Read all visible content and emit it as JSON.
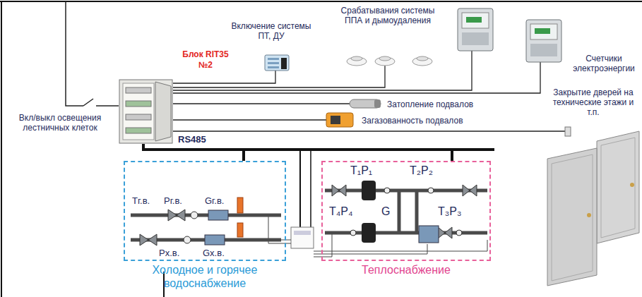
{
  "diagram": {
    "nodes": [
      {
        "text": [
          "Блок RIT35 №2"
        ]
      },
      {
        "text": [
          "Холодное и горячее водоснабжение"
        ]
      },
      {
        "text": [
          "Теплоснабжение"
        ]
      }
    ],
    "edges": [
      {
        "from": 0,
        "to": 1,
        "arrow": "none"
      },
      {
        "from": 0,
        "to": 2,
        "arrow": "none",
        "label": "RS485"
      }
    ],
    "labels": [
      "Вкл/выкл освещения лестничных клеток",
      "Включение системы ПТ, ДУ",
      "Срабатывания системы ППА и дымоудаления",
      "Счетчики электроэнергии",
      "Затопление подвалов",
      "Загазованность подвалов",
      "Закрытие дверей на технические этажи и т.п.",
      "Тг.в.",
      "Рг.в.",
      "Gг.в.",
      "Рх.в.",
      "Gх.в.",
      "T₁P₁",
      "T₂P₂",
      "T₄P₄",
      "T₃P₃",
      "G"
    ]
  }
}
